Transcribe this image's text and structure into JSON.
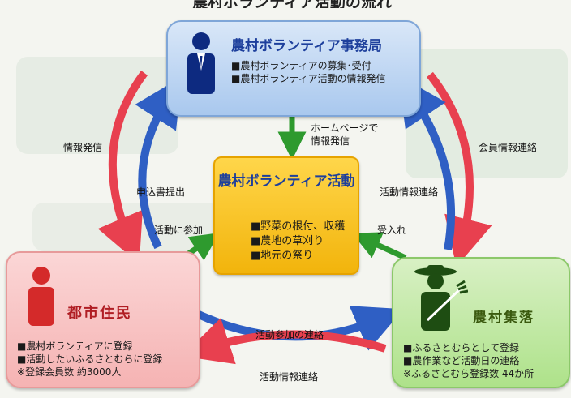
{
  "title": "農村ボランティア活動の流れ",
  "office": {
    "title": "農村ボランティア事務局",
    "items": [
      "農村ボランティアの募集･受付",
      "農村ボランティア活動の情報発信"
    ]
  },
  "activity": {
    "title": "農村ボランティア活動",
    "items": [
      "野菜の根付、収穫",
      "農地の草刈り",
      "地元の祭り"
    ]
  },
  "resident": {
    "title": "都市住民",
    "items": [
      "農村ボランティアに登録",
      "活動したいふるさとむらに登録"
    ],
    "note": "登録会員数 約3000人"
  },
  "village": {
    "title": "農村集落",
    "items": [
      "ふるさとむらとして登録",
      "農作業など活動日の連絡"
    ],
    "note": "ふるさとむら登録数 44か所"
  },
  "arrow_labels": {
    "homepage": "ホームページで 情報発信",
    "info_send": "情報発信",
    "application": "申込書提出",
    "participate": "活動に参加",
    "member_contact": "会員情報連絡",
    "activity_info": "活動情報連絡",
    "accept": "受入れ",
    "participation_contact": "活動参加の連絡",
    "activity_info_bottom": "活動情報連絡"
  },
  "colors": {
    "red_arrow": "#e8404f",
    "blue_arrow": "#2f5fc4",
    "green_arrow": "#2e9a2e"
  }
}
